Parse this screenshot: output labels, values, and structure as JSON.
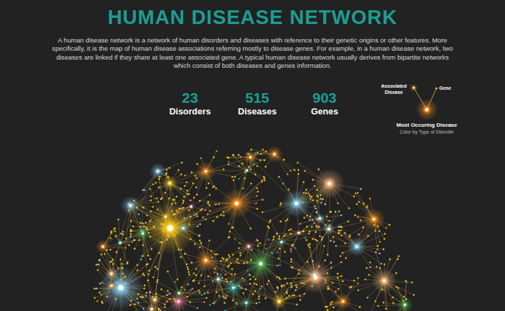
{
  "diagram": {
    "title": "HUMAN DISEASE NETWORK",
    "labels": [
      "A human disease network is a network of human disorders and diseases with reference to their genetic origins or other features. More specifically, it is the map of human disease associations referring mostly to disease genes. For example, in a human disease network, two diseases are linked if they share at least one associated gene. A typical human disease network usually derives from bipartite networks which consist of both diseases and genes information.",
      "23",
      "Disorders",
      "515",
      "Diseases",
      "903",
      "Genes",
      "Color by Type of Disorder"
    ],
    "legend": [
      {
        "text": "Associated Disease"
      },
      {
        "text": "Gene"
      },
      {
        "text": "Most Occuring Disease"
      }
    ]
  }
}
